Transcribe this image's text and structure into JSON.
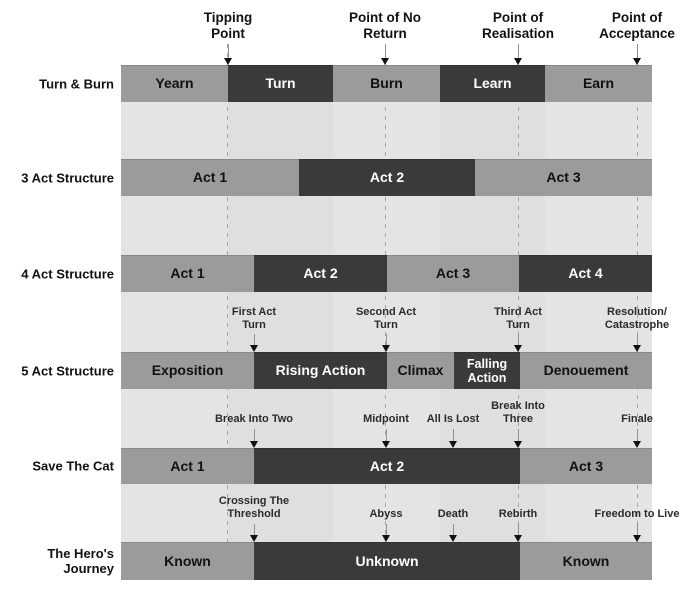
{
  "colors": {
    "page_bg": "#ffffff",
    "panel_bg": "#e4e4e4",
    "panel_band": "#dfdfdf",
    "segment_gray": "#9b9b9b",
    "segment_dark": "#3a3a3a",
    "segment_text_on_gray": "#111111",
    "segment_text_on_dark": "#ffffff",
    "dashed_guideline": "#a6a6a6",
    "arrow_head": "#111111"
  },
  "top_markers": [
    {
      "label": "Tipping\nPoint"
    },
    {
      "label": "Point of No\nReturn"
    },
    {
      "label": "Point of\nRealisation"
    },
    {
      "label": "Point of\nAcceptance"
    }
  ],
  "rows": [
    {
      "label": "Turn & Burn",
      "segments": [
        {
          "label": "Yearn",
          "tone": "gray"
        },
        {
          "label": "Turn",
          "tone": "dark"
        },
        {
          "label": "Burn",
          "tone": "gray"
        },
        {
          "label": "Learn",
          "tone": "dark"
        },
        {
          "label": "Earn",
          "tone": "gray"
        }
      ]
    },
    {
      "label": "3 Act Structure",
      "segments": [
        {
          "label": "Act 1",
          "tone": "gray"
        },
        {
          "label": "Act 2",
          "tone": "dark"
        },
        {
          "label": "Act 3",
          "tone": "gray"
        }
      ]
    },
    {
      "label": "4 Act Structure",
      "segments": [
        {
          "label": "Act 1",
          "tone": "gray"
        },
        {
          "label": "Act 2",
          "tone": "dark"
        },
        {
          "label": "Act 3",
          "tone": "gray"
        },
        {
          "label": "Act 4",
          "tone": "dark"
        }
      ]
    },
    {
      "label": "5 Act Structure",
      "segments": [
        {
          "label": "Exposition",
          "tone": "gray"
        },
        {
          "label": "Rising Action",
          "tone": "dark"
        },
        {
          "label": "Climax",
          "tone": "gray"
        },
        {
          "label": "Falling\nAction",
          "tone": "dark"
        },
        {
          "label": "Denouement",
          "tone": "gray"
        }
      ]
    },
    {
      "label": "Save The Cat",
      "segments": [
        {
          "label": "Act 1",
          "tone": "gray"
        },
        {
          "label": "Act 2",
          "tone": "dark"
        },
        {
          "label": "Act 3",
          "tone": "gray"
        }
      ]
    },
    {
      "label": "The Hero's\nJourney",
      "segments": [
        {
          "label": "Known",
          "tone": "gray"
        },
        {
          "label": "Unknown",
          "tone": "dark"
        },
        {
          "label": "Known",
          "tone": "gray"
        }
      ]
    }
  ],
  "annotations": {
    "act_turns": [
      {
        "label": "First Act\nTurn"
      },
      {
        "label": "Second Act\nTurn"
      },
      {
        "label": "Third Act\nTurn"
      },
      {
        "label": "Resolution/\nCatastrophe"
      }
    ],
    "save_the_cat_beats": [
      {
        "label": "Break Into Two"
      },
      {
        "label": "Midpoint"
      },
      {
        "label": "All Is Lost"
      },
      {
        "label": "Break Into\nThree"
      },
      {
        "label": "Finale"
      }
    ],
    "heros_journey_beats": [
      {
        "label": "Crossing The\nThreshold"
      },
      {
        "label": "Abyss"
      },
      {
        "label": "Death"
      },
      {
        "label": "Rebirth"
      },
      {
        "label": "Freedom to Live"
      }
    ]
  }
}
